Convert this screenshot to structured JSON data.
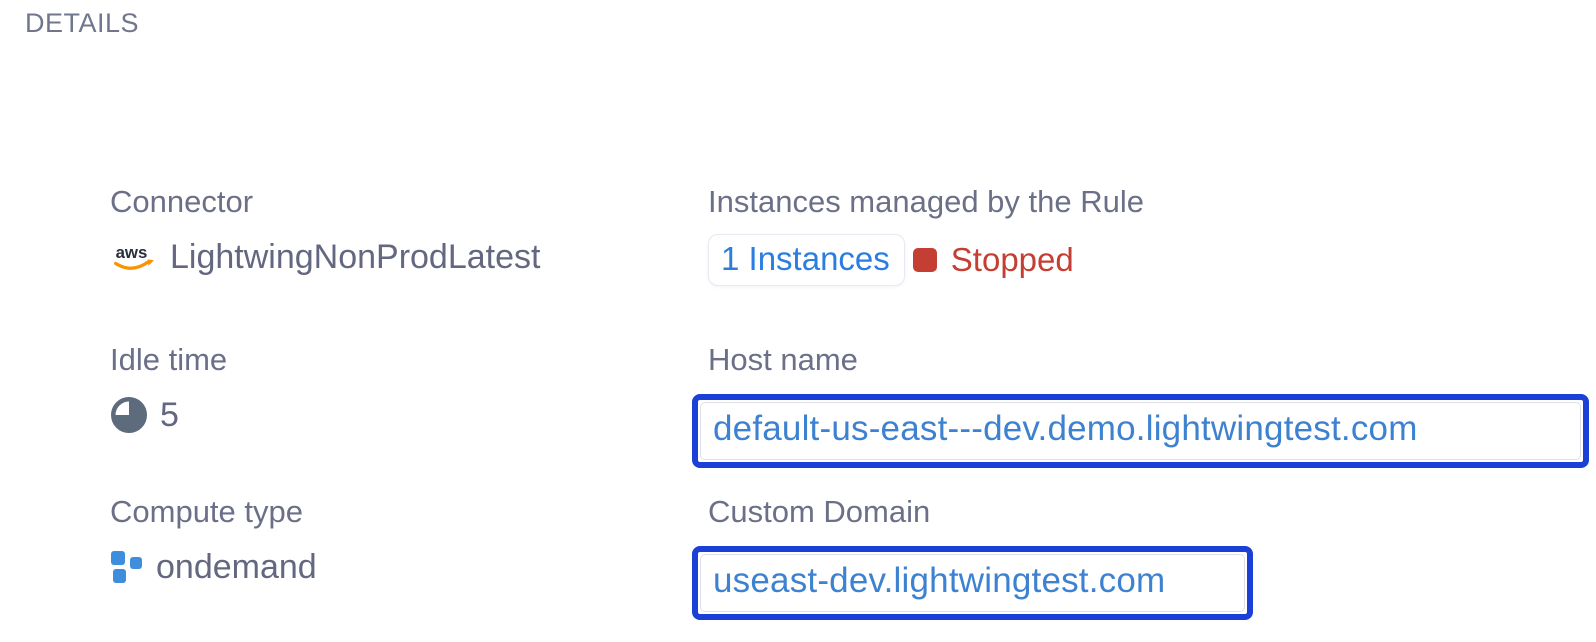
{
  "header": {
    "title": "DETAILS"
  },
  "details": {
    "connector": {
      "label": "Connector",
      "value": "LightwingNonProdLatest"
    },
    "idle_time": {
      "label": "Idle time",
      "value": "5"
    },
    "compute_type": {
      "label": "Compute type",
      "value": "ondemand"
    },
    "instances": {
      "label": "Instances managed by the Rule",
      "count_link": "1 Instances",
      "status": "Stopped"
    },
    "host_name": {
      "label": "Host name",
      "value": "default-us-east---dev.demo.lightwingtest.com"
    },
    "custom_domain": {
      "label": "Custom Domain",
      "value": "useast-dev.lightwingtest.com"
    }
  },
  "icons": {
    "connector": "aws-icon",
    "idle_time": "pie-quarter-icon",
    "compute_type": "blocks-icon",
    "status": "red-square-icon"
  },
  "colors": {
    "section_title": "#71768d",
    "label_gray": "#6b7088",
    "value_gray": "#636880",
    "link_blue": "#2b7de2",
    "domain_blue": "#3d82d0",
    "status_red": "#c43e33",
    "focus_border_blue": "#1b40d6",
    "aws_navy": "#252f3e",
    "aws_orange": "#f79400",
    "icon_slate": "#5d6b7c",
    "icon_blue": "#3e8edd"
  }
}
